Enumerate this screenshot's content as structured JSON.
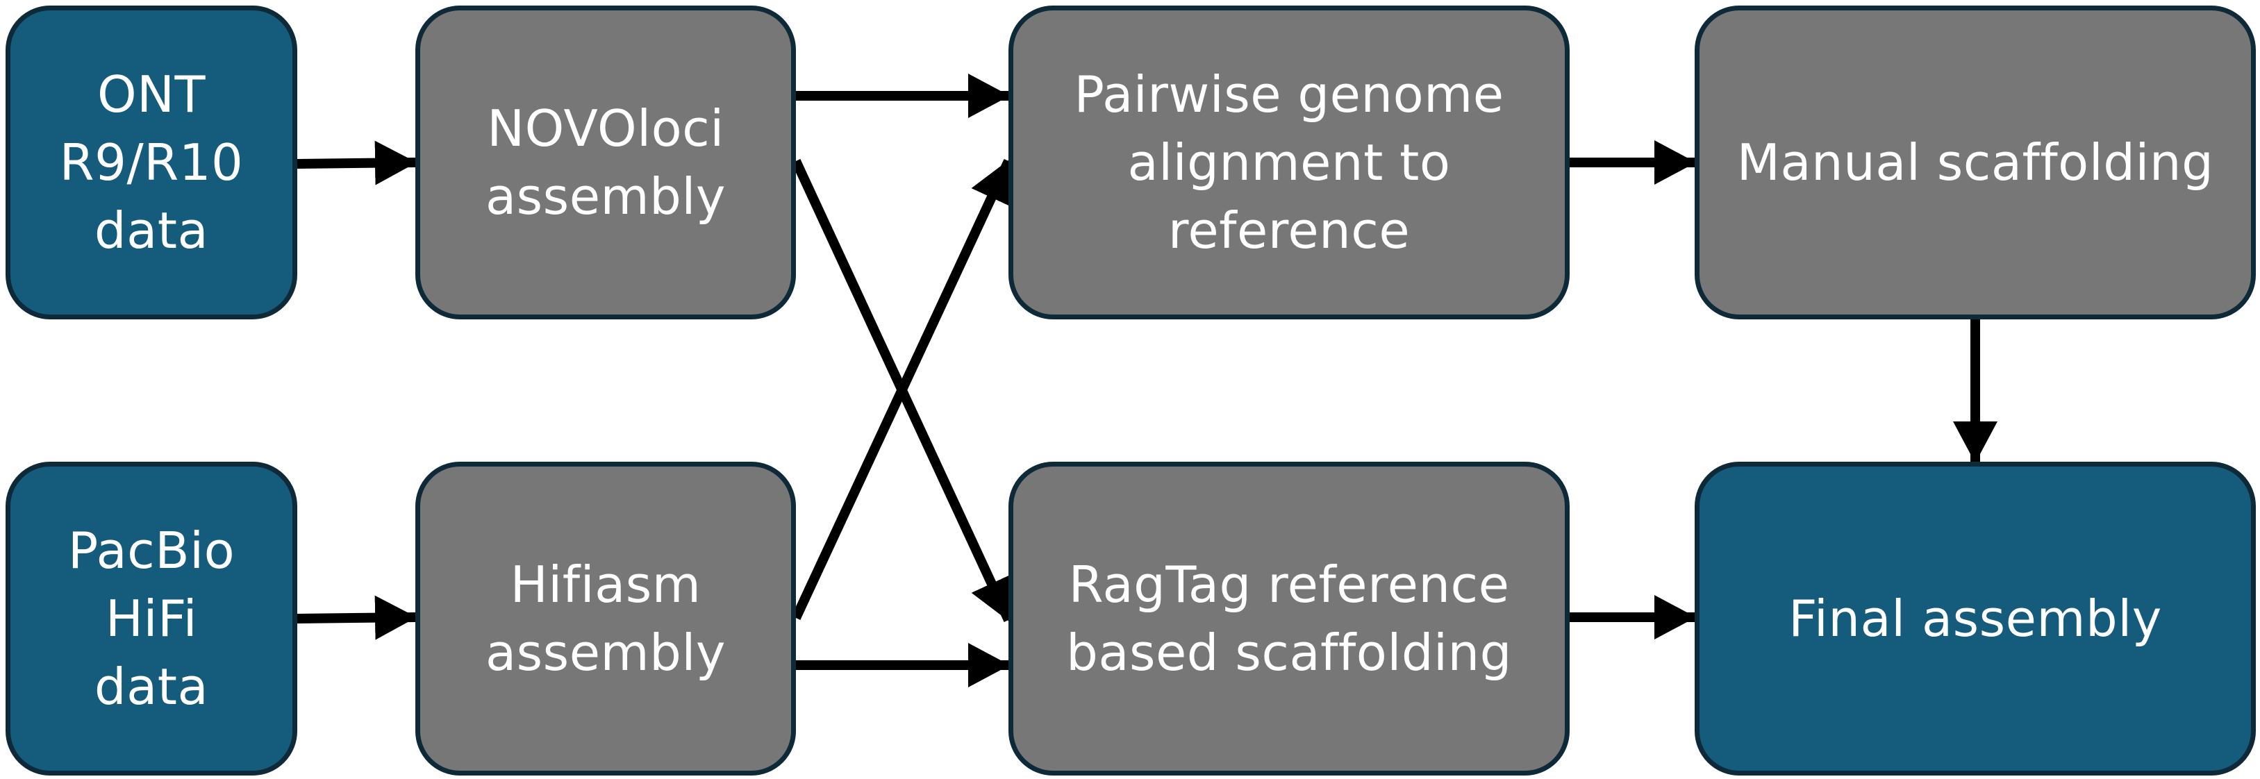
{
  "nodes": {
    "ont": {
      "label": "ONT\nR9/R10\ndata"
    },
    "pacbio": {
      "label": "PacBio\nHiFi\ndata"
    },
    "novoloci": {
      "label": "NOVOloci\nassembly"
    },
    "hifiasm": {
      "label": "Hifiasm\nassembly"
    },
    "pairwise": {
      "label": "Pairwise genome\nalignment to\nreference"
    },
    "ragtag": {
      "label": "RagTag reference\nbased scaffolding"
    },
    "manual": {
      "label": "Manual scaffolding"
    },
    "final": {
      "label": "Final assembly"
    }
  },
  "edges": [
    {
      "from": "ont",
      "to": "novoloci"
    },
    {
      "from": "pacbio",
      "to": "hifiasm"
    },
    {
      "from": "novoloci",
      "to": "pairwise"
    },
    {
      "from": "novoloci",
      "to": "ragtag"
    },
    {
      "from": "hifiasm",
      "to": "pairwise"
    },
    {
      "from": "hifiasm",
      "to": "ragtag"
    },
    {
      "from": "pairwise",
      "to": "manual"
    },
    {
      "from": "manual",
      "to": "final"
    },
    {
      "from": "ragtag",
      "to": "final"
    }
  ],
  "colors": {
    "input_box": "#155b7b",
    "process_box": "#777777",
    "border": "#0e2a38",
    "arrow": "#000000",
    "text": "#ffffff"
  }
}
